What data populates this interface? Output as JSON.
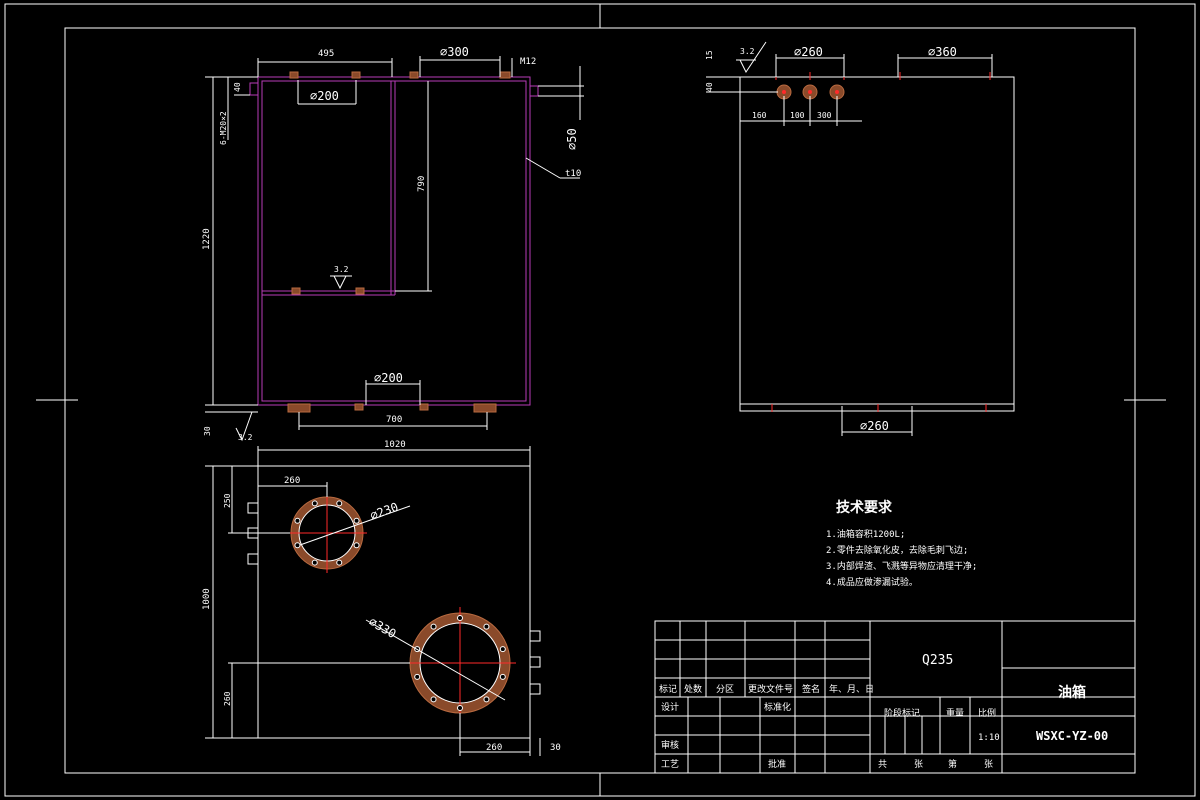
{
  "colors": {
    "background": "#000000",
    "line": "#ffffff",
    "wall": "#b83cb8",
    "center": "#ff2a2a",
    "flange": "#8a4a2a"
  },
  "front_view": {
    "dim_width_top": "495",
    "dim_d300": "⌀300",
    "dim_m12": "M12",
    "dim_d200_top": "⌀200",
    "dim_6m20": "6-M20×2",
    "dim_40": "40",
    "dim_height": "1220",
    "dim_790": "790",
    "dim_d50": "⌀50",
    "dim_t10": "t10",
    "dim_d200_bottom": "⌀200",
    "dim_700": "700",
    "dim_30": "30",
    "roughness_inner": "3.2",
    "roughness_base": "3.2"
  },
  "side_view": {
    "roughness": "3.2",
    "dim_15": "15",
    "dim_d260_top": "⌀260",
    "dim_d360": "⌀360",
    "dim_40": "40",
    "dim_160": "160",
    "dim_100": "100",
    "dim_300": "300",
    "dim_d260_bottom": "⌀260"
  },
  "top_view": {
    "dim_1020": "1020",
    "dim_260_a": "260",
    "dim_250": "250",
    "dim_d230": "⌀230",
    "dim_1000": "1000",
    "dim_d330": "⌀330",
    "dim_260_b": "260",
    "dim_260_c": "260",
    "dim_30": "30"
  },
  "tech_requirements": {
    "title": "技术要求",
    "items": [
      "1.油箱容积1200L;",
      "2.零件去除氧化皮，去除毛刺飞边;",
      "3.内部焊渣、飞溅等异物应清理干净;",
      "4.成品应做渗漏试验。"
    ]
  },
  "title_block": {
    "material": "Q235",
    "part_name": "油箱",
    "drawing_no": "WSXC-YZ-00",
    "row_labels": [
      "标记",
      "处数",
      "分区",
      "更改文件号",
      "签名",
      "年、月、日"
    ],
    "design": "设计",
    "standardization": "标准化",
    "stage_mark": "阶段标记",
    "weight": "重量",
    "scale_label": "比例",
    "scale_value": "1:10",
    "review": "审核",
    "process": "工艺",
    "approve": "批准",
    "sheets_total": "共",
    "sheets_num": "张",
    "sheet_of": "第",
    "sheet_word": "张"
  }
}
